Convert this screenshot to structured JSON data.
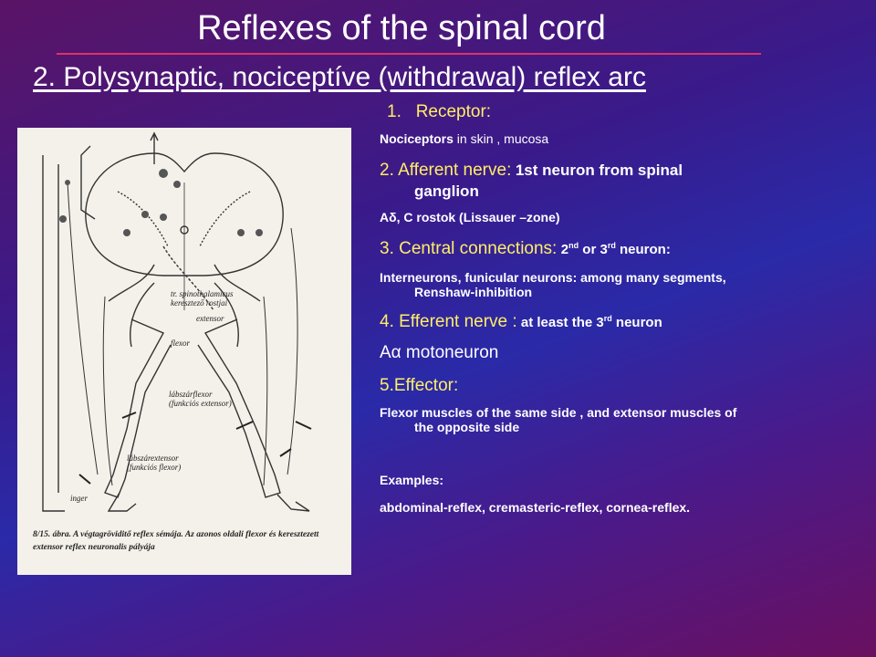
{
  "title": "Reflexes of the spinal cord",
  "subtitle": "2. Polysynaptic, nociceptíve (withdrawal) reflex arc",
  "figure": {
    "labels": {
      "tract_line1": "tr. spinothalamicus",
      "tract_line2": "keresztező rostjai",
      "extensor": "extensor",
      "flexor": "flexor",
      "lower_leg_flexor_1": "lábszárflexor",
      "lower_leg_flexor_2": "(funkciós extensor)",
      "lower_leg_extensor_1": "lábszárextensor",
      "lower_leg_extensor_2": "(funkciós flexor)",
      "stimulus": "inger"
    },
    "caption": "8/15. ábra. A végtagröviditő reflex sémája. Az azonos oldali flexor és keresztezett extensor reflex neuronalis pályája"
  },
  "content": {
    "item1_num": "1.",
    "item1_head": "Receptor:",
    "item1_detail_bold": "Nociceptors",
    "item1_detail_rest": " in skin , mucosa",
    "item2_head": "2. Afferent nerve:",
    "item2_detail_line1": "1st neuron from spinal",
    "item2_detail_line2": "ganglion",
    "item2_sub": "Aδ, C rostok (Lissauer –zone)",
    "item3_head": "3. Central connections:",
    "item3_n1": "2",
    "item3_sup1": "nd",
    "item3_or": " or  3",
    "item3_sup2": "rd",
    "item3_neuron": " neuron:",
    "item3_sub_line1": "Interneurons, funicular neurons: among many segments,",
    "item3_sub_line2": "Renshaw-inhibition",
    "item4_head": "4. Efferent nerve :",
    "item4_detail": " at least the 3",
    "item4_sup": "rd",
    "item4_detail_end": " neuron",
    "item4_sub": "Aα motoneuron",
    "item5_head": "5.Effector:",
    "item5_sub_line1": "Flexor muscles of the same side ,  and extensor muscles of",
    "item5_sub_line2": "the opposite side",
    "examples_head": "Examples:",
    "examples_list": "abdominal-reflex, cremasteric-reflex, cornea-reflex."
  }
}
